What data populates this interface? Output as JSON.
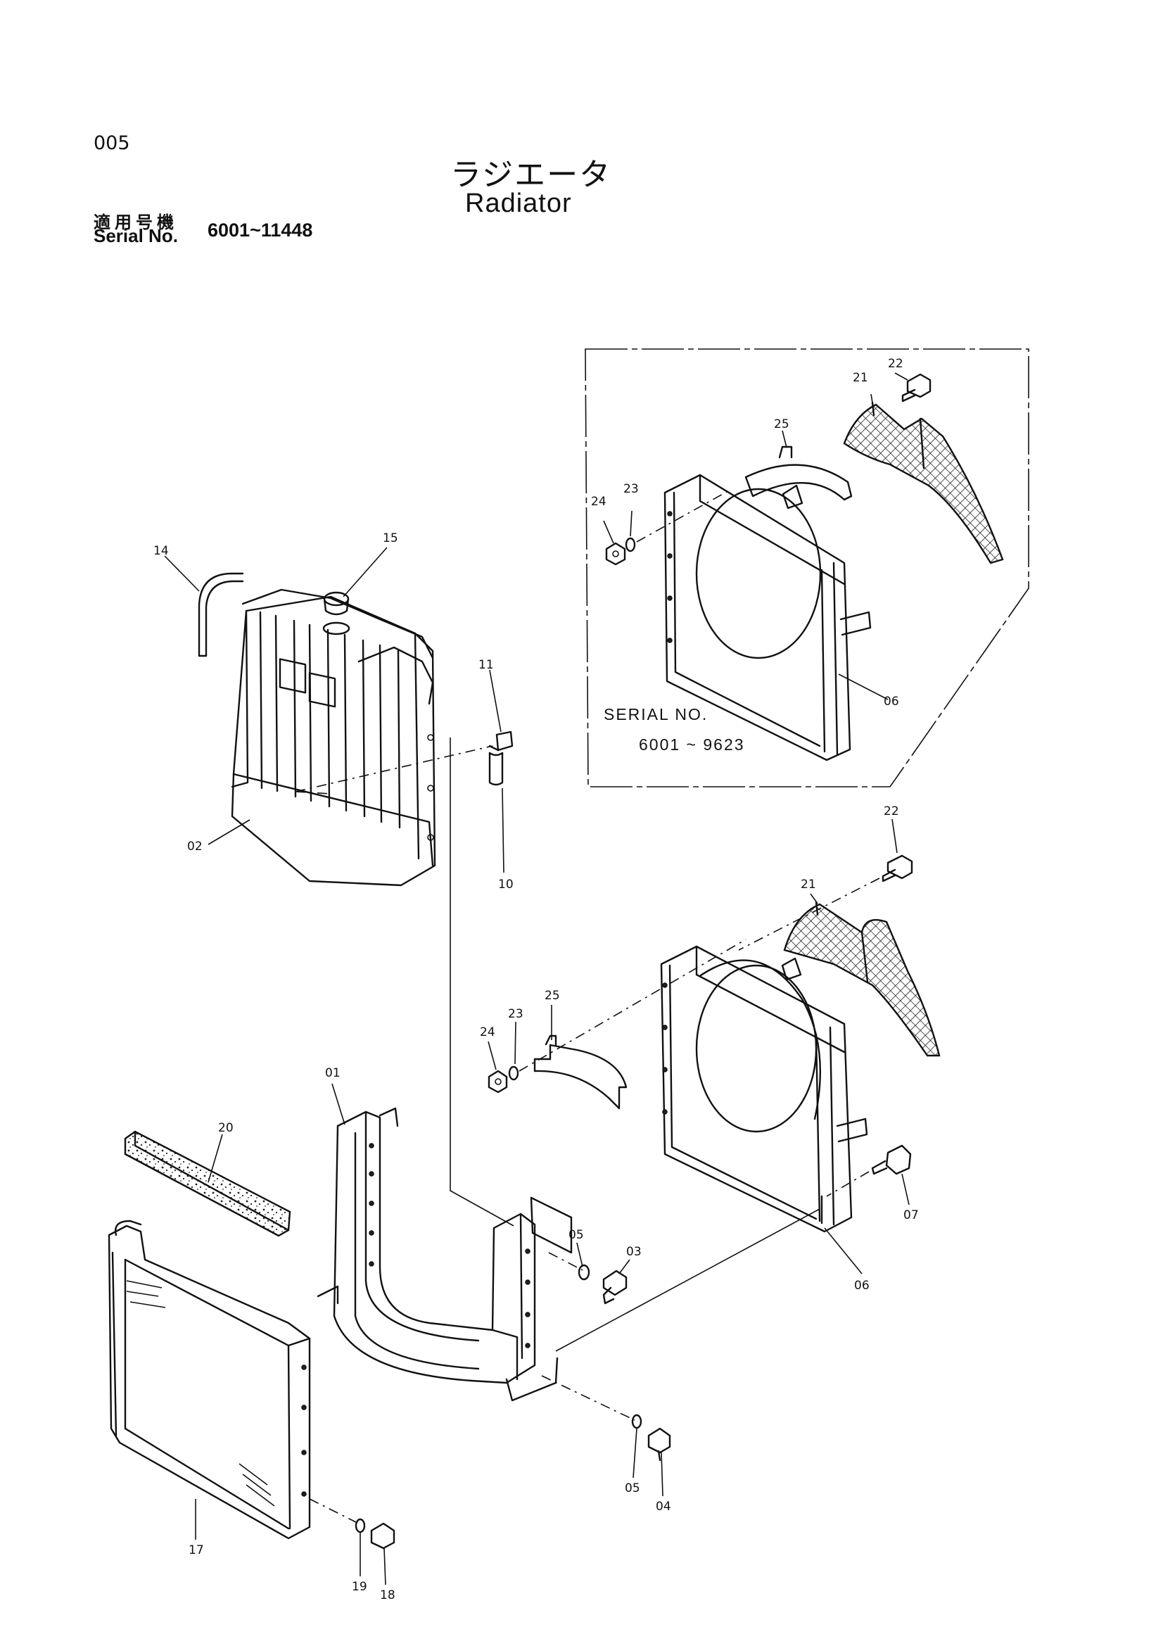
{
  "header": {
    "page_number": "005",
    "title_ja": "ラジエータ",
    "title_en": "Radiator",
    "serial_label_ja": "適用号機",
    "serial_label_en": "Serial No.",
    "serial_range": "6001~11448"
  },
  "inset": {
    "serial_label": "SERIAL  NO.",
    "serial_range": "6001 ~ 9623"
  },
  "callouts": {
    "p01": "01",
    "p02": "02",
    "p03": "03",
    "p04": "04",
    "p05a": "05",
    "p05b": "05",
    "p06a": "06",
    "p06b": "06",
    "p07": "07",
    "p10": "10",
    "p11": "11",
    "p14": "14",
    "p15": "15",
    "p17": "17",
    "p18": "18",
    "p19": "19",
    "p20": "20",
    "p21a": "21",
    "p21b": "21",
    "p22a": "22",
    "p22b": "22",
    "p23a": "23",
    "p23b": "23",
    "p24a": "24",
    "p24b": "24",
    "p25a": "25",
    "p25b": "25"
  }
}
